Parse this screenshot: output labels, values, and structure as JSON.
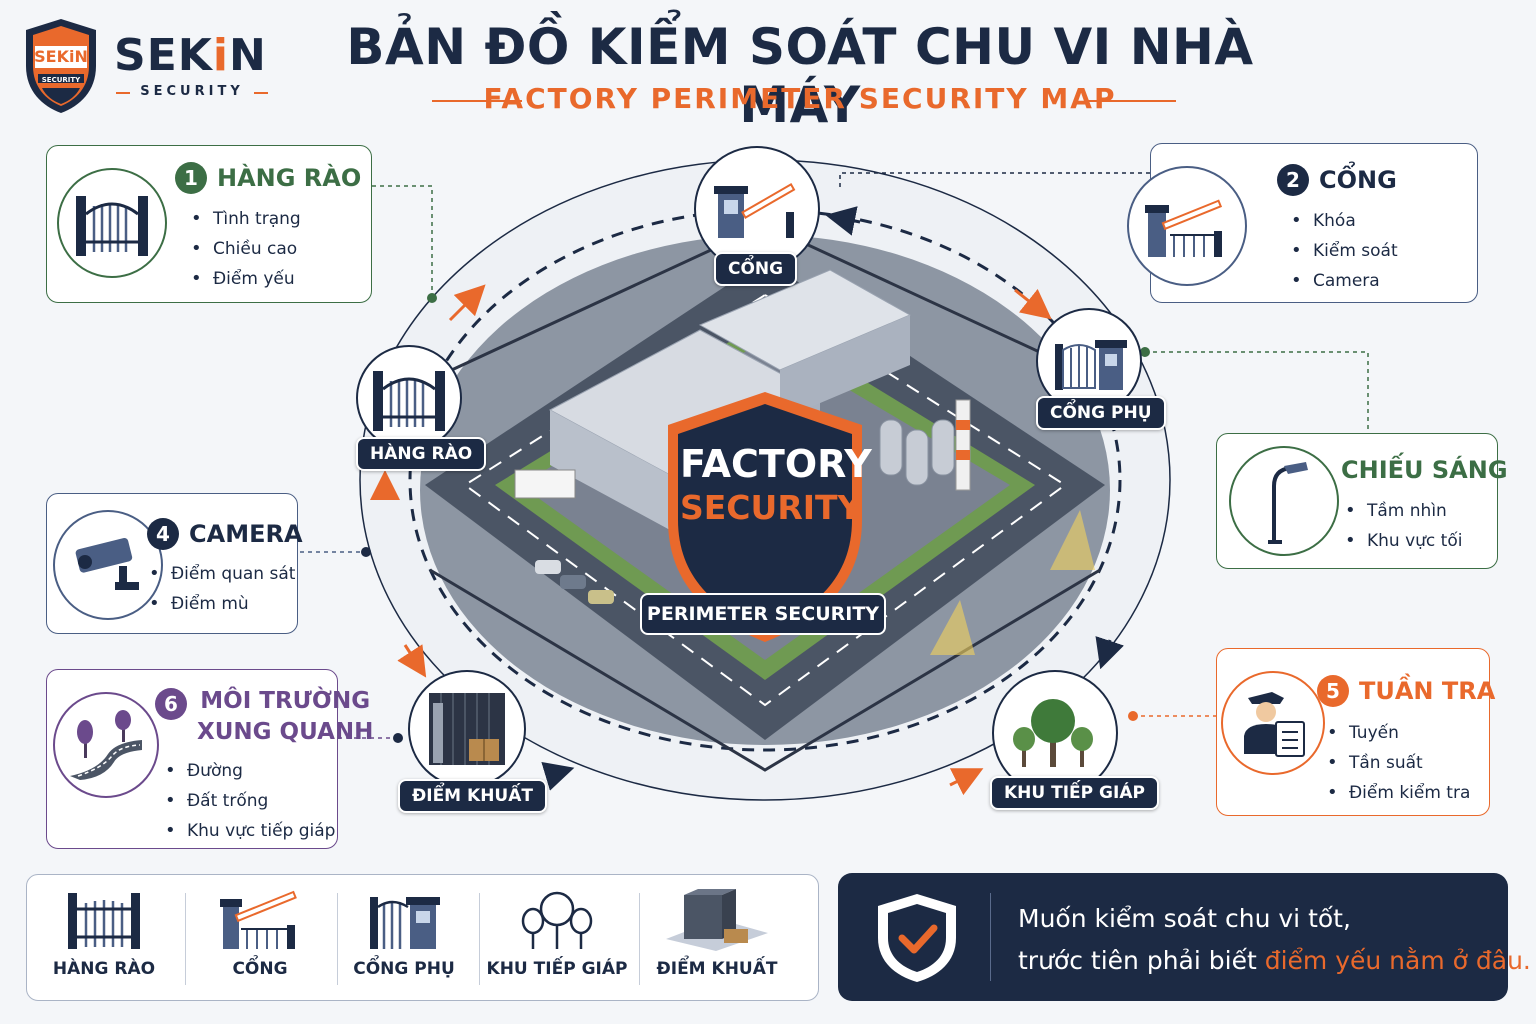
{
  "brand": {
    "badge": "SEKiN",
    "badge_sub": "SECURITY",
    "name_main": "SEK",
    "name_accent": "i",
    "name_end": "N",
    "tagline": "SECURITY"
  },
  "title": {
    "vn": "BẢN ĐỒ KIỂM SOÁT CHU VI NHÀ MÁY",
    "en": "FACTORY PERIMETER SECURITY MAP"
  },
  "cards": {
    "fence": {
      "number": "1",
      "title": "HÀNG RÀO",
      "items": [
        "Tình trạng",
        "Chiều cao",
        "Điểm yếu"
      ]
    },
    "gate": {
      "number": "2",
      "title": "CỔNG",
      "items": [
        "Khóa",
        "Kiểm soát",
        "Camera"
      ]
    },
    "lighting": {
      "title": "CHIẾU SÁNG",
      "items": [
        "Tầm nhìn",
        "Khu vực tối"
      ]
    },
    "camera": {
      "number": "4",
      "title": "CAMERA",
      "items": [
        "Điểm quan sát",
        "Điểm mù"
      ]
    },
    "patrol": {
      "number": "5",
      "title": "TUẦN TRA",
      "items": [
        "Tuyến",
        "Tần suất",
        "Điểm kiểm tra"
      ]
    },
    "environment": {
      "number": "6",
      "title_line1": "MÔI TRƯỜNG",
      "title_line2": "XUNG QUANH",
      "items": [
        "Đường",
        "Đất trống",
        "Khu vực tiếp giáp"
      ]
    }
  },
  "map": {
    "center_line1": "FACTORY",
    "center_line2": "SECURITY",
    "center_sub": "PERIMETER SECURITY",
    "tags": {
      "gate": "CỔNG",
      "side_gate": "CỔNG PHỤ",
      "fence": "HÀNG RÀO",
      "blind_spot": "ĐIỂM KHUẤT",
      "adjacent": "KHU TIẾP GIÁP"
    }
  },
  "legend": [
    "HÀNG RÀO",
    "CỔNG",
    "CỔNG PHỤ",
    "KHU TIẾP GIÁP",
    "ĐIỂM KHUẤT"
  ],
  "quote": {
    "line1": "Muốn kiểm soát chu vi tốt,",
    "line2_prefix": "trước tiên phải biết ",
    "line2_highlight": "điểm yếu nằm ở đâu."
  },
  "colors": {
    "navy": "#1c2a44",
    "orange": "#e9692c",
    "green": "#3c6e45",
    "purple": "#6b4a8c",
    "blue": "#4a5e84"
  }
}
